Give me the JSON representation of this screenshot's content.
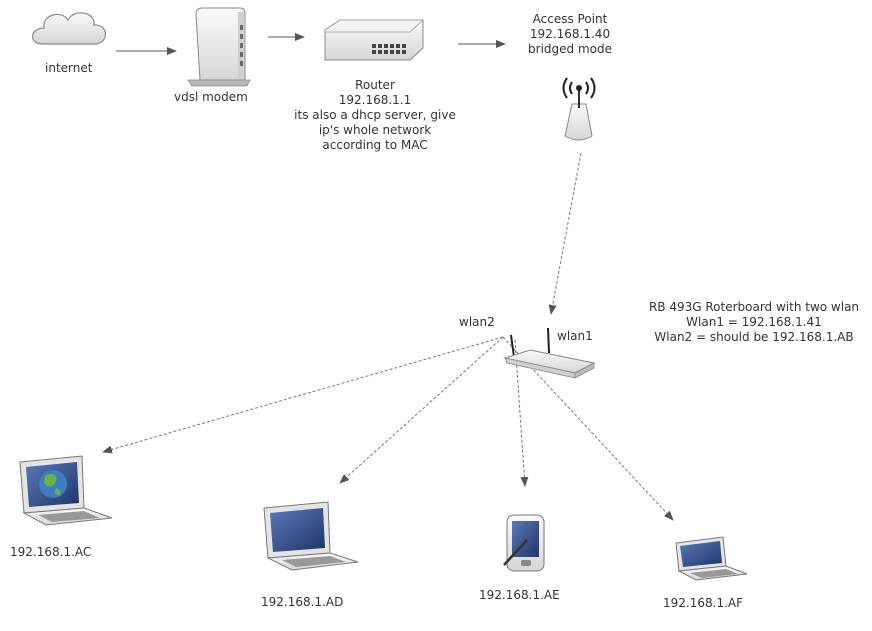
{
  "nodes": {
    "internet": {
      "label": "internet"
    },
    "modem": {
      "label": "vdsl modem"
    },
    "router": {
      "label": "Router",
      "ip": "192.168.1.1",
      "note1": "its also a dhcp server, give",
      "note2": "ip's whole network",
      "note3": "according to MAC"
    },
    "access_point": {
      "label": "Access Point",
      "ip": "192.168.1.40",
      "mode": "bridged mode"
    },
    "routerboard": {
      "line1": "RB 493G Roterboard with two wlan",
      "line2": "Wlan1 = 192.168.1.41",
      "line3": "Wlan2 = should be 192.168.1.AB",
      "wlan1": "wlan1",
      "wlan2": "wlan2"
    },
    "client_ac": {
      "ip": "192.168.1.AC"
    },
    "client_ad": {
      "ip": "192.168.1.AD"
    },
    "client_ae": {
      "ip": "192.168.1.AE"
    },
    "client_af": {
      "ip": "192.168.1.AF"
    }
  },
  "colors": {
    "line": "#555555",
    "dashed": "#777777",
    "screen": "#2d4a87",
    "device": "#f2f2f2"
  }
}
